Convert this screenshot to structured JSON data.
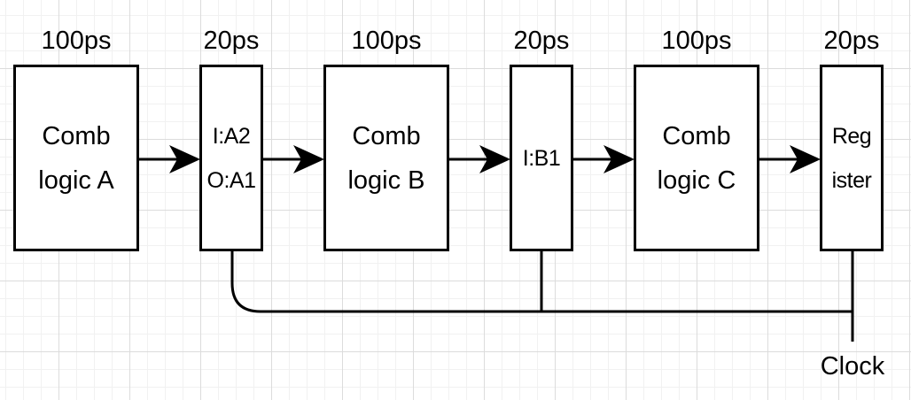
{
  "timings": {
    "comb_a": "100ps",
    "reg_1": "20ps",
    "comb_b": "100ps",
    "reg_2": "20ps",
    "comb_c": "100ps",
    "reg_3": "20ps"
  },
  "blocks": {
    "comb_a": {
      "line1": "Comb",
      "line2": "logic A"
    },
    "reg_1": {
      "line1": "I:A2",
      "line2": "O:A1"
    },
    "comb_b": {
      "line1": "Comb",
      "line2": "logic B"
    },
    "reg_2": {
      "line1": "I:B1"
    },
    "comb_c": {
      "line1": "Comb",
      "line2": "logic C"
    },
    "reg_3": {
      "line1": "Reg",
      "line2": "ister"
    }
  },
  "clock": {
    "label": "Clock"
  }
}
